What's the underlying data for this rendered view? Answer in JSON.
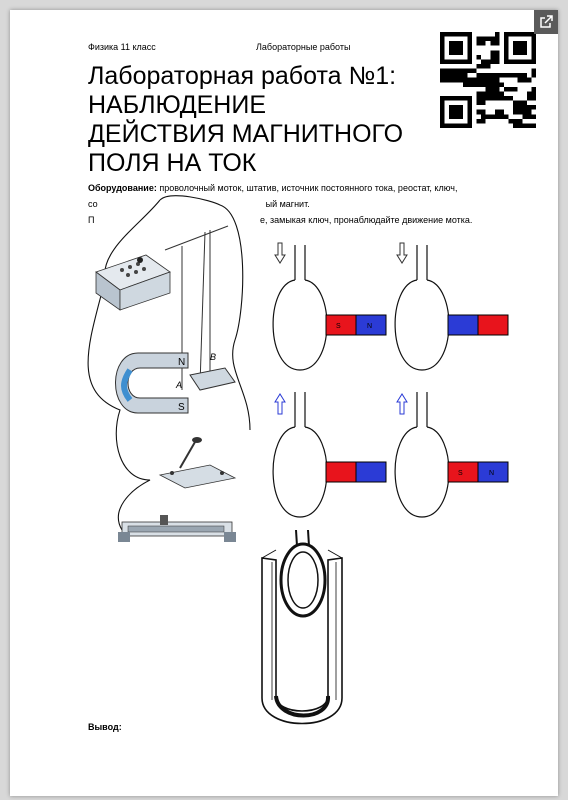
{
  "header": {
    "left": "Физика 11 класс",
    "center": "Лабораторные работы"
  },
  "title": {
    "line1": "Лабораторная работа №1:",
    "line2": "НАБЛЮДЕНИЕ",
    "line3": "ДЕЙСТВИЯ МАГНИТНОГО",
    "line4": "ПОЛЯ НА ТОК"
  },
  "equipment": {
    "label": "Оборудование:",
    "text1": "проволочный моток, штатив, источник постоянного тока, реостат, ключ,",
    "text2_start": "со",
    "text2_end": "ый магнит."
  },
  "task": {
    "start": "П",
    "end": "е, замыкая ключ, пронаблюдайте движение мотка."
  },
  "setup_labels": {
    "n": "N",
    "s": "S",
    "a": "A",
    "b": "B"
  },
  "magnets": [
    {
      "left": "S",
      "right": "N",
      "left_color": "#e8141c",
      "right_color": "#2b3bd6",
      "arrow": "down"
    },
    {
      "left": "",
      "right": "",
      "left_color": "#2b3bd6",
      "right_color": "#e8141c",
      "arrow": "down"
    },
    {
      "left": "",
      "right": "",
      "left_color": "#e8141c",
      "right_color": "#2b3bd6",
      "arrow": "up"
    },
    {
      "left": "S",
      "right": "N",
      "left_color": "#e8141c",
      "right_color": "#2b3bd6",
      "arrow": "up"
    }
  ],
  "conclusion": {
    "label": "Вывод:"
  },
  "icons": {
    "external": "external-link-icon",
    "qr": "qr-code"
  }
}
